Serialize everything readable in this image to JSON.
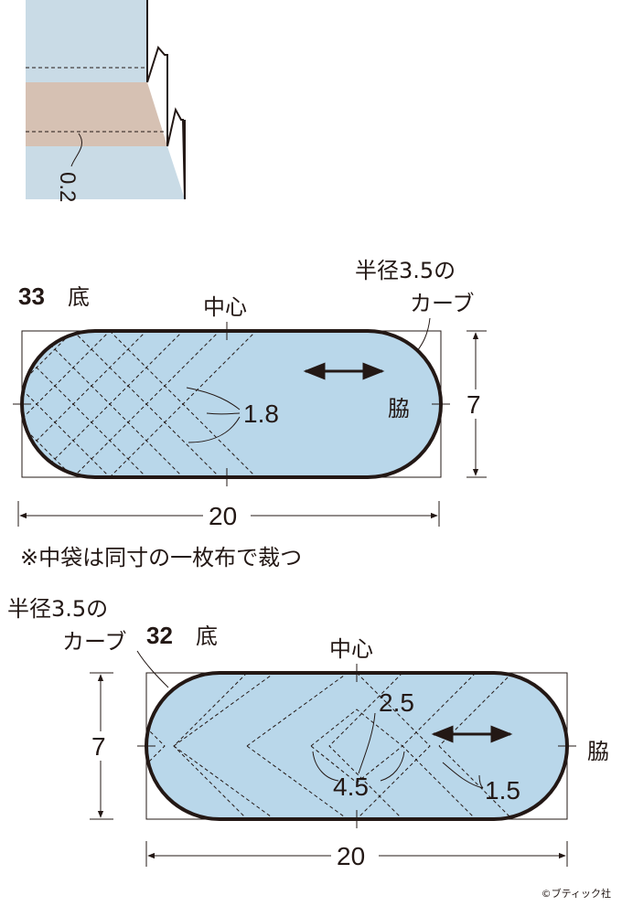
{
  "colors": {
    "fabric_blue": "#b9d7ea",
    "fabric_blue_light": "#c9dbe6",
    "fabric_tan": "#d6c1b3",
    "ink": "#231815"
  },
  "top_detail": {
    "seam_label": "0.2"
  },
  "diagram33": {
    "number": "33",
    "title": "底",
    "center_label": "中心",
    "radius_label_line1": "半径3.5の",
    "radius_label_line2": "カーブ",
    "side_label": "脇",
    "quilt_spacing": "1.8",
    "height": "7",
    "width": "20"
  },
  "note": "※中袋は同寸の一枚布で裁つ",
  "diagram32": {
    "number": "32",
    "title": "底",
    "center_label": "中心",
    "radius_label_line1": "半径3.5の",
    "radius_label_line2": "カーブ",
    "side_label": "脇",
    "spacing_a": "2.5",
    "spacing_b": "4.5",
    "spacing_c": "1.5",
    "height": "7",
    "width": "20"
  },
  "copyright": "©ブティック社"
}
